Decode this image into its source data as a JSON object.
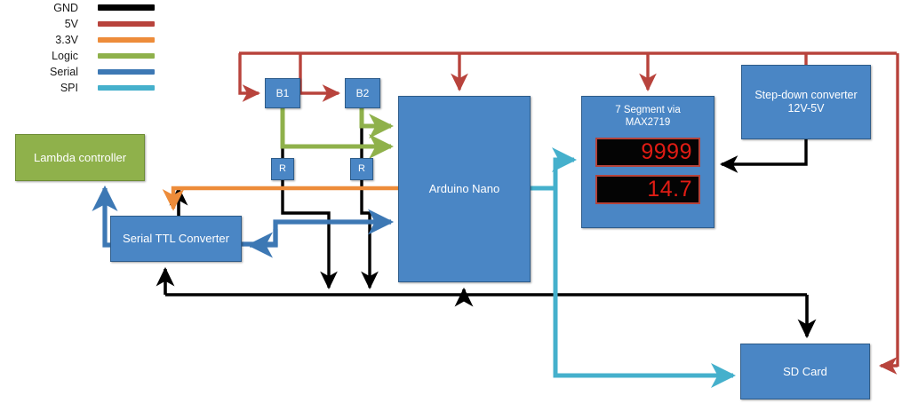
{
  "legend": {
    "title": "wire-color-legend",
    "items": [
      {
        "label": "GND",
        "color": "#000000"
      },
      {
        "label": "5V",
        "color": "#B8433C"
      },
      {
        "label": "3.3V",
        "color": "#ED8C3A"
      },
      {
        "label": "Logic",
        "color": "#8FB14B"
      },
      {
        "label": "Serial",
        "color": "#3D78B4"
      },
      {
        "label": "SPI",
        "color": "#45B0CC"
      }
    ]
  },
  "nodes": {
    "lambda_controller": {
      "label": "Lambda controller",
      "color": "#8FB14B"
    },
    "serial_ttl": {
      "label": "Serial TTL Converter",
      "color": "#4A86C5"
    },
    "button1": {
      "label": "B1",
      "color": "#4A86C5"
    },
    "button2": {
      "label": "B2",
      "color": "#4A86C5"
    },
    "resistor1": {
      "label": "R",
      "color": "#4A86C5"
    },
    "resistor2": {
      "label": "R",
      "color": "#4A86C5"
    },
    "arduino": {
      "label": "Arduino Nano",
      "color": "#4A86C5"
    },
    "seven_segment": {
      "title_line1": "7 Segment via",
      "title_line2": "MAX2719",
      "display_top": "9999",
      "display_bottom": "14.7",
      "display_color": "#E01C14",
      "display_bg": "#040404"
    },
    "stepdown": {
      "label_line1": "Step-down converter",
      "label_line2": "12V-5V",
      "color": "#4A86C5"
    },
    "sdcard": {
      "label": "SD Card",
      "color": "#4A86C5"
    }
  }
}
